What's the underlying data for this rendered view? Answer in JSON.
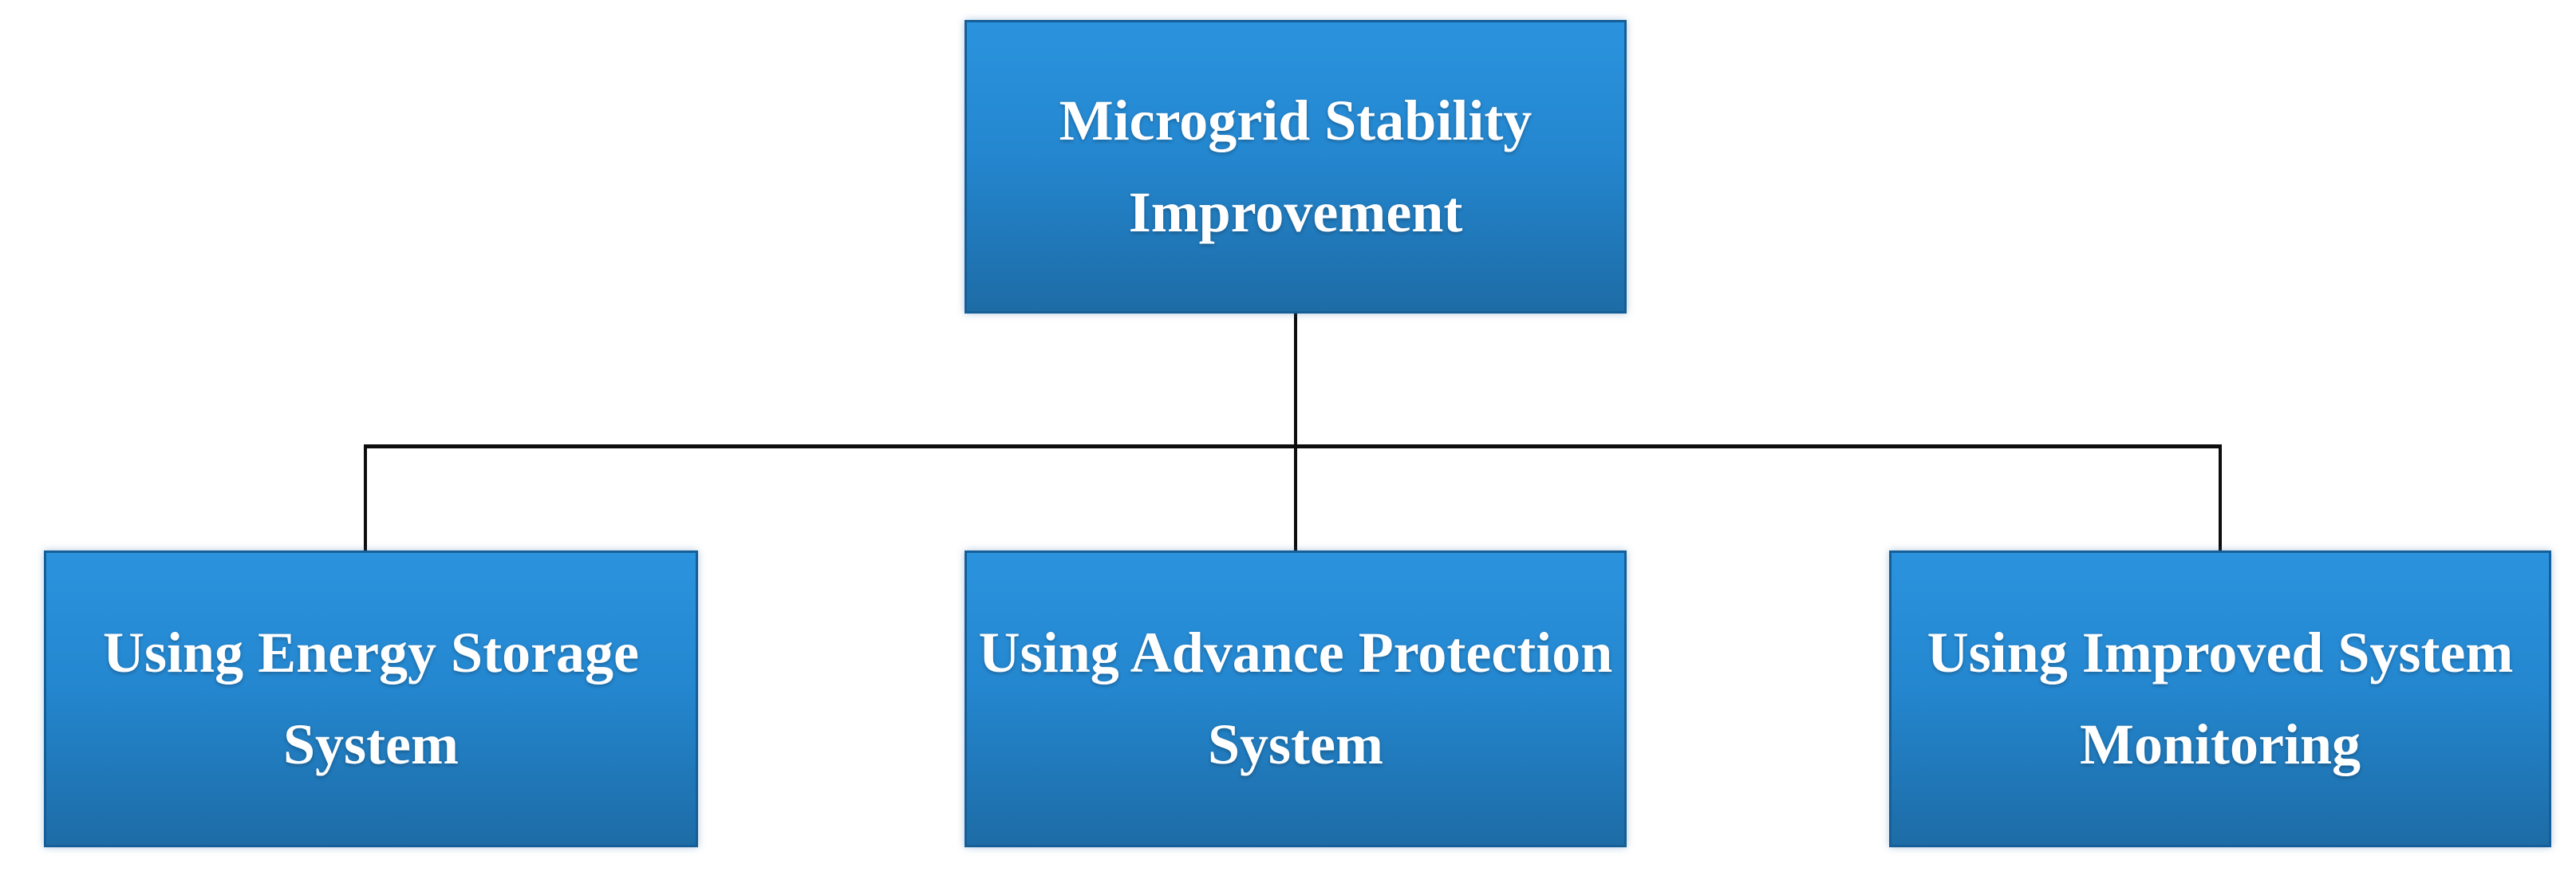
{
  "colors": {
    "background": "#ffffff",
    "node_fill_top": "#2b93de",
    "node_fill_bottom": "#1d6ca6",
    "node_border": "#155e97",
    "node_text": "#ffffff",
    "connector": "#0d0d0d"
  },
  "nodes": {
    "root": {
      "lines": [
        "Microgrid Stability",
        "Improvement"
      ]
    },
    "children": [
      {
        "lines": [
          "Using Energy Storage",
          "System"
        ]
      },
      {
        "lines": [
          "Using Advance Protection",
          "System"
        ]
      },
      {
        "lines": [
          "Using Improved System",
          "Monitoring"
        ]
      }
    ]
  }
}
